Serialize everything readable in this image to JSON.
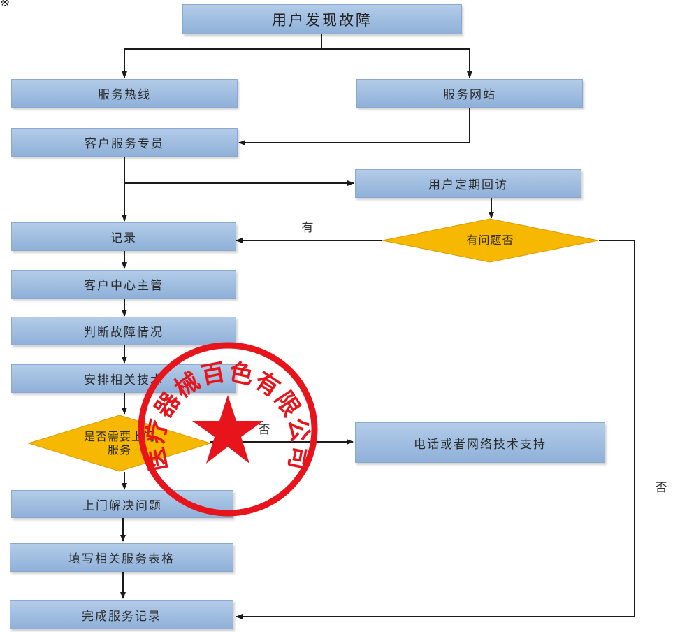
{
  "diagram": {
    "nodes": {
      "user_finds_fault": "用户发现故障",
      "service_hotline": "服务热线",
      "service_website": "服务网站",
      "customer_service_rep": "客户服务专员",
      "periodic_revisit": "用户定期回访",
      "any_problem": "有问题否",
      "record": "记录",
      "center_supervisor": "客户中心主管",
      "judge_fault": "判断故障情况",
      "arrange_tech": "安排相关技术",
      "need_onsite_line1": "是否需要上门",
      "need_onsite_line2": "服务",
      "remote_support": "电话或者网络技术支持",
      "onsite_solve": "上门解决问题",
      "fill_form": "填写相关服务表格",
      "complete_record": "完成服务记录"
    },
    "edge_labels": {
      "yes": "有",
      "no": "否"
    },
    "stamp_text": "医疗器械百色有限公司",
    "colors": {
      "box_fill": "#9fbde0",
      "decision_fill": "#f6b800",
      "line": "#1a1a1a",
      "stamp_red": "#e8141c"
    }
  }
}
